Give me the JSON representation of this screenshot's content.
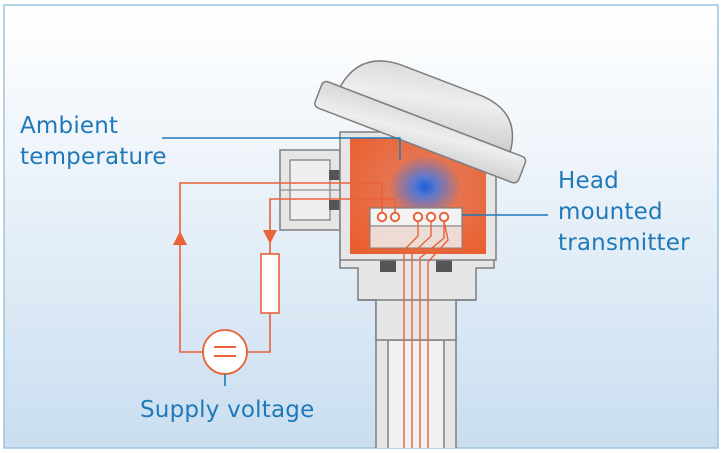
{
  "labels": {
    "ambient": "Ambient\ntemperature",
    "head": "Head\nmounted\ntransmitter",
    "supply": "Supply voltage"
  },
  "colors": {
    "background_top": "#ffffff",
    "background_bottom": "#c9def0",
    "frame_border": "#9ec3de",
    "label_blue": "#1f79b8",
    "wire_orange": "#e8623a",
    "housing_fill": "#e6e6e6",
    "housing_stroke": "#7e7e7e",
    "heat_center": "#1f5fd6"
  },
  "icons": {
    "voltage_source": "equals-in-circle-icon",
    "resistor": "resistor-icon",
    "flow_arrow": "arrowhead-icon"
  }
}
